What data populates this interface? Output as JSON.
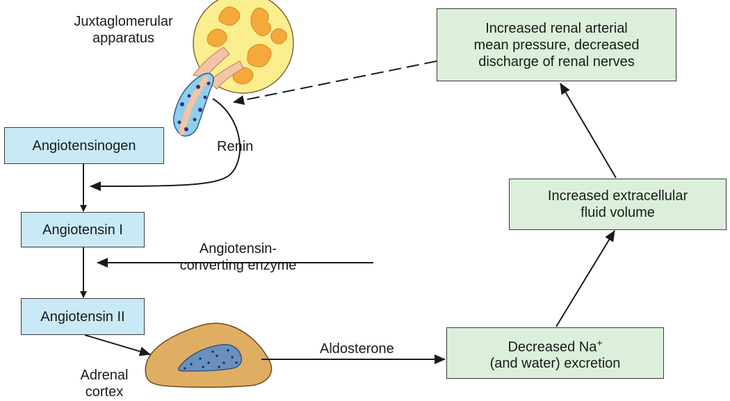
{
  "labels": {
    "juxtaglomerular": [
      "Juxtaglomerular",
      "apparatus"
    ],
    "renin": "Renin",
    "ace": [
      "Angiotensin-",
      "converting enzyme"
    ],
    "adrenal": [
      "Adrenal",
      "cortex"
    ],
    "aldosterone": "Aldosterone"
  },
  "boxes": {
    "angiotensinogen": "Angiotensinogen",
    "angiotensin1": "Angiotensin I",
    "angiotensin2": "Angiotensin II",
    "renal_pressure": [
      "Increased renal arterial",
      "mean pressure, decreased",
      "discharge of renal nerves"
    ],
    "ecf_volume": [
      "Increased extracellular",
      "fluid volume"
    ],
    "na_excretion": {
      "line1_main": "Decreased Na",
      "line1_sup": "+",
      "line2": "(and water) excretion"
    }
  },
  "colors": {
    "blue_box": "#c9e9f6",
    "green_box": "#dcefda",
    "gland_fill": "#fbee8e",
    "gland_lobules": "#f4a93a",
    "adrenal_fill": "#e0ae62",
    "medulla_fill": "#6a90c0"
  }
}
